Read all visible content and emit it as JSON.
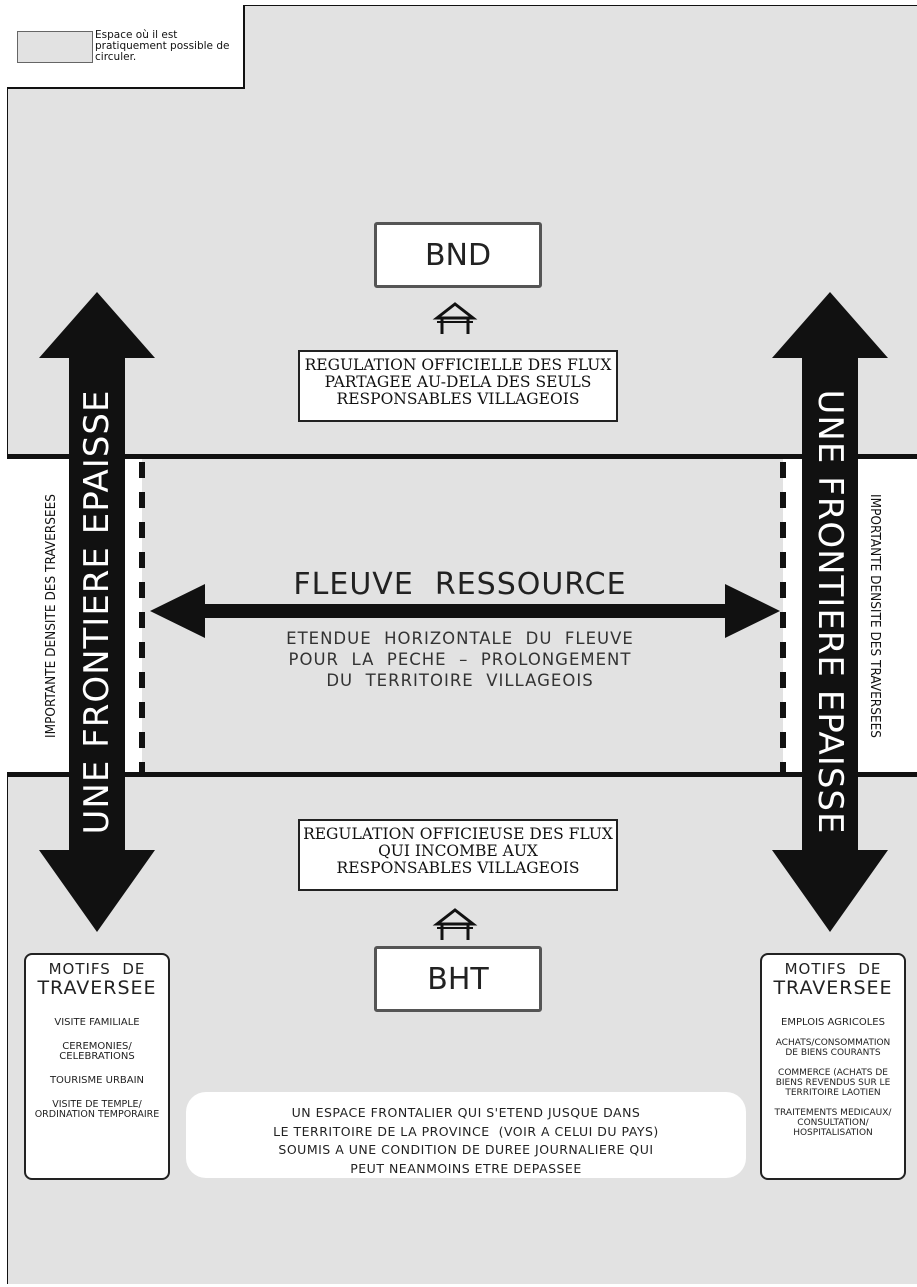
{
  "legend": {
    "text": "Espace où il est pratiquement possible de circuler."
  },
  "top_box": {
    "label": "BND"
  },
  "bottom_box": {
    "label": "BHT"
  },
  "top_note": {
    "lines": [
      "REGULATION OFFICIELLE DES FLUX",
      "PARTAGEE AU-DELA DES SEULS",
      "RESPONSABLES VILLAGEOIS"
    ]
  },
  "bottom_note": {
    "lines": [
      "REGULATION OFFICIEUSE DES FLUX",
      "QUI INCOMBE AUX",
      "RESPONSABLES VILLAGEOIS"
    ]
  },
  "frontier": {
    "left_label": "UNE FRONTIERE EPAISSE",
    "right_label": "UNE FRONTIERE EPAISSE"
  },
  "density": {
    "left_label": "IMPORTANTE DENSITE DES TRAVERSEES",
    "right_label": "IMPORTANTE DENSITE DES TRAVERSEES"
  },
  "river": {
    "title": "FLEUVE  RESSOURCE",
    "subtitle": [
      "ETENDUE  HORIZONTALE  DU  FLEUVE",
      "POUR  LA  PECHE  –  PROLONGEMENT",
      "DU  TERRITOIRE  VILLAGEOIS"
    ]
  },
  "motifs_left": {
    "title_line1": "MOTIFS  DE",
    "title_line2": "TRAVERSEE",
    "items": [
      "VISITE FAMILIALE",
      "CEREMONIES/\nCELEBRATIONS",
      "TOURISME URBAIN",
      "VISITE DE TEMPLE/\nORDINATION TEMPORAIRE"
    ]
  },
  "motifs_right": {
    "title_line1": "MOTIFS  DE",
    "title_line2": "TRAVERSEE",
    "items": [
      "EMPLOIS AGRICOLES",
      "ACHATS/CONSOMMATION\nDE BIENS COURANTS",
      "COMMERCE (ACHATS DE\nBIENS REVENDUS SUR LE\nTERRITOIRE LAOTIEN",
      "TRAITEMENTS MEDICAUX/\nCONSULTATION/\nHOSPITALISATION"
    ]
  },
  "border_space_note": {
    "lines": [
      "UN ESPACE FRONTALIER QUI S'ETEND JUSQUE DANS",
      "LE TERRITOIRE DE LA PROVINCE  (VOIR A CELUI DU PAYS)",
      "SOUMIS A UNE CONDITION DE DUREE JOURNALIERE QUI",
      "PEUT NEANMOINS ETRE DEPASSEE"
    ]
  },
  "colors": {
    "background": "#e2e2e2",
    "river": "#ffffff",
    "arrow": "#111111"
  },
  "icons": {
    "checkpoint_top": "checkpoint-gate-icon",
    "checkpoint_bottom": "checkpoint-gate-icon"
  }
}
